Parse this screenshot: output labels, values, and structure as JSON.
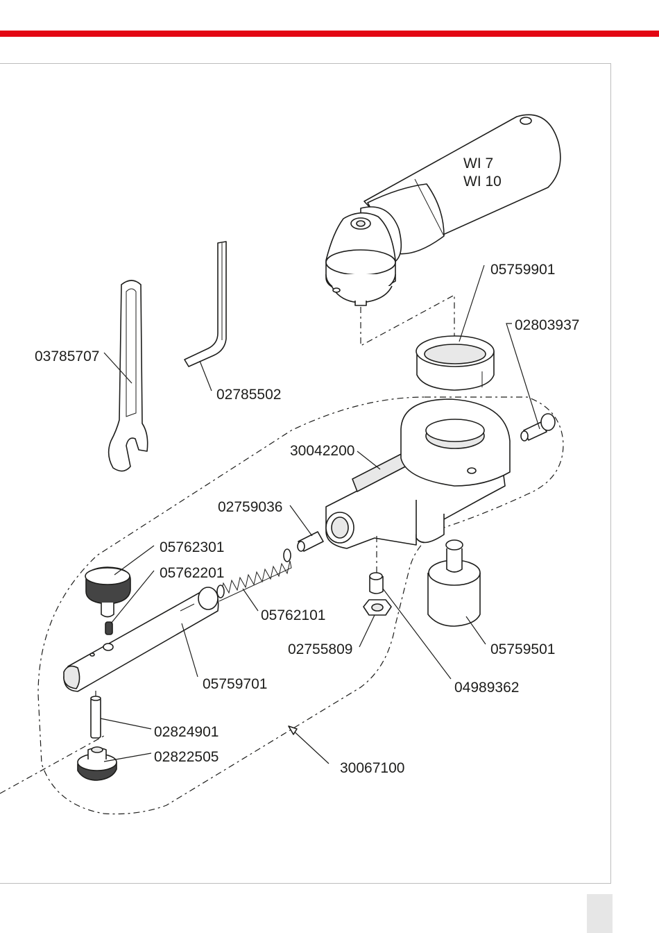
{
  "model_label": {
    "line1": "WI 7",
    "line2": "WI 10"
  },
  "parts": [
    {
      "id": "05759901"
    },
    {
      "id": "02803937"
    },
    {
      "id": "03785707"
    },
    {
      "id": "02785502"
    },
    {
      "id": "30042200"
    },
    {
      "id": "02759036"
    },
    {
      "id": "05762301"
    },
    {
      "id": "05762201"
    },
    {
      "id": "05762101"
    },
    {
      "id": "02755809"
    },
    {
      "id": "04989362"
    },
    {
      "id": "05759501"
    },
    {
      "id": "05759701"
    },
    {
      "id": "02824901"
    },
    {
      "id": "02822505"
    },
    {
      "id": "30067100"
    }
  ],
  "colors": {
    "accent_bar": "#e30613",
    "frame": "#bdbdbd",
    "page_tab": "#e6e6e6",
    "ink": "#1d1d1b"
  }
}
